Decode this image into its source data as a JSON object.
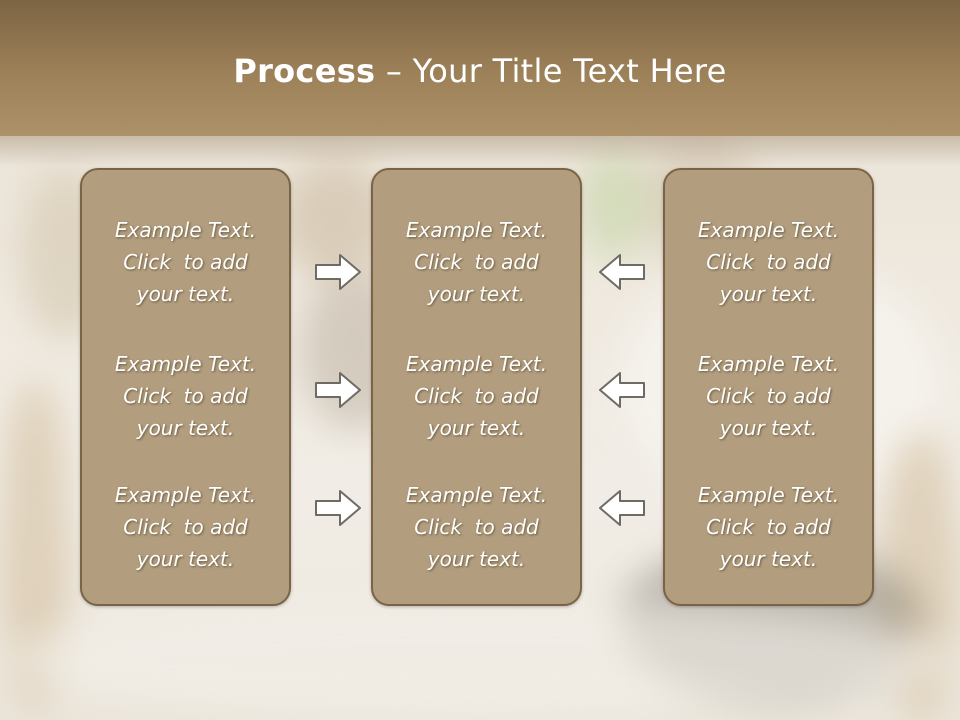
{
  "title": {
    "bold": "Process",
    "rest": " – Your Title Text Here"
  },
  "columns": [
    {
      "blocks": [
        [
          "Example Text.",
          "Click  to add",
          "your text."
        ],
        [
          "Example Text.",
          "Click  to add",
          "your text."
        ],
        [
          "Example Text.",
          "Click  to add",
          "your text."
        ]
      ]
    },
    {
      "blocks": [
        [
          "Example Text.",
          "Click  to add",
          "your text."
        ],
        [
          "Example Text.",
          "Click  to add",
          "your text."
        ],
        [
          "Example Text.",
          "Click  to add",
          "your text."
        ]
      ]
    },
    {
      "blocks": [
        [
          "Example Text.",
          "Click  to add",
          "your text."
        ],
        [
          "Example Text.",
          "Click  to add",
          "your text."
        ],
        [
          "Example Text.",
          "Click  to add",
          "your text."
        ]
      ]
    }
  ],
  "arrows": {
    "left_group": "right-arrow-icon",
    "right_group": "left-arrow-icon"
  },
  "colors": {
    "header": "#9d8159",
    "box_fill": "#b29e7e",
    "box_border": "#7a6445",
    "text": "#ffffff"
  }
}
